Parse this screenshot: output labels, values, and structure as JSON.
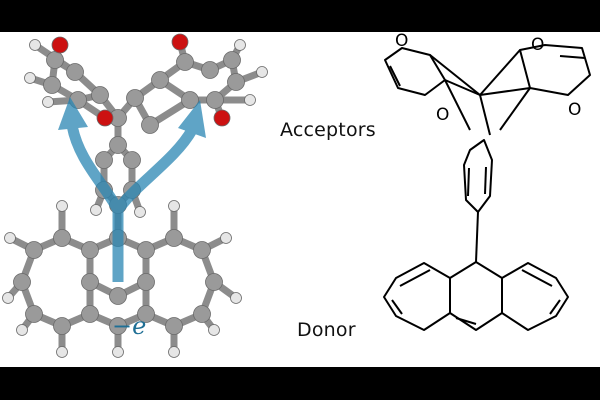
{
  "labels": {
    "acceptors": "Acceptors",
    "donor": "Donor",
    "electron": "−e"
  },
  "colors": {
    "background": "#ffffff",
    "frame": "#000000",
    "atom_carbon": "#9a9a9a",
    "atom_oxygen": "#cc1111",
    "atom_hydrogen": "#e6e6e6",
    "arrow": "#2a86b3",
    "line": "#000000"
  },
  "icons": {
    "molecule_3d": "ball-and-stick-molecule",
    "molecule_2d": "skeletal-structure",
    "arrow": "branching-electron-transfer-arrow"
  }
}
